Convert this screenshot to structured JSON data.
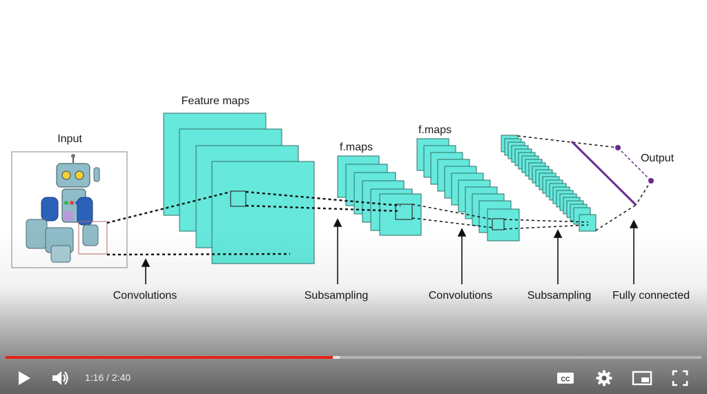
{
  "slide": {
    "labels": {
      "input": "Input",
      "feature_maps": "Feature maps",
      "fmaps_1": "f.maps",
      "fmaps_2": "f.maps",
      "output": "Output",
      "convolutions_1": "Convolutions",
      "subsampling_1": "Subsampling",
      "convolutions_2": "Convolutions",
      "subsampling_2": "Subsampling",
      "fully_connected": "Fully connected"
    },
    "colors": {
      "map_fill": "#66e8dc",
      "map_stroke": "#2f6f69",
      "output_line": "#6b2c91"
    }
  },
  "player": {
    "time_display": "1:16 / 2:40",
    "progress": {
      "played_fraction": 0.47,
      "buffered_fraction": 0.48,
      "color": "#e62117"
    },
    "icons": {
      "play": "play-icon",
      "volume": "volume-icon",
      "captions": "captions-icon",
      "settings": "settings-icon",
      "miniplayer": "miniplayer-icon",
      "fullscreen": "fullscreen-icon"
    }
  }
}
